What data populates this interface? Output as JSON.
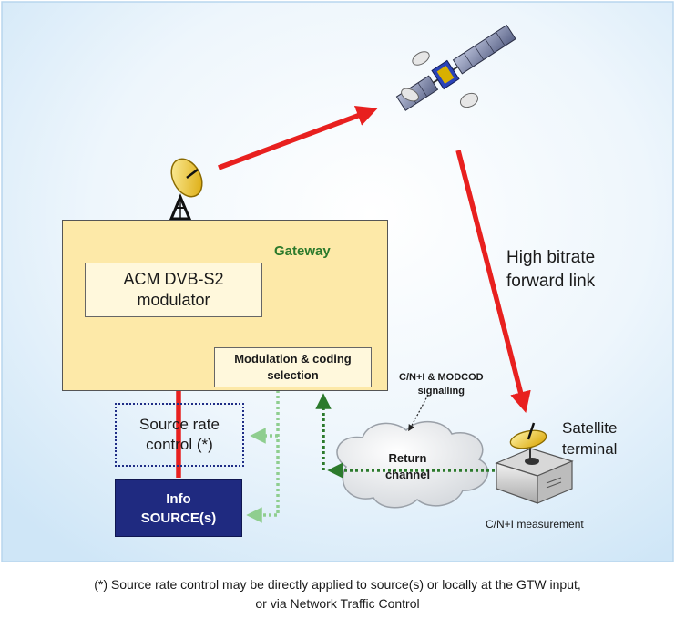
{
  "gateway": {
    "title": "Gateway",
    "modulator": "ACM DVB-S2\nmodulator",
    "modcod_selection": "Modulation & coding\nselection"
  },
  "source_rate_control": "Source rate\ncontrol (*)",
  "info_source": "Info\nSOURCE(s)",
  "forward_link": "High bitrate\nforward link",
  "signalling": "C/N+I & MODCOD\nsignalling",
  "return_channel": "Return\nchannel",
  "satellite_terminal": "Satellite\nterminal",
  "measurement": "C/N+I measurement",
  "footnote": "(*) Source rate control may be directly applied to source(s) or locally at the GTW input,\nor via Network Traffic Control",
  "colors": {
    "gateway_fill": "#fde9a8",
    "source_fill": "#1f2a80",
    "red_arrow": "#e8201f",
    "green_dotted": "#2c7a2c",
    "light_green_dotted": "#8fce8f",
    "navy_dotted": "#1f2d86"
  }
}
